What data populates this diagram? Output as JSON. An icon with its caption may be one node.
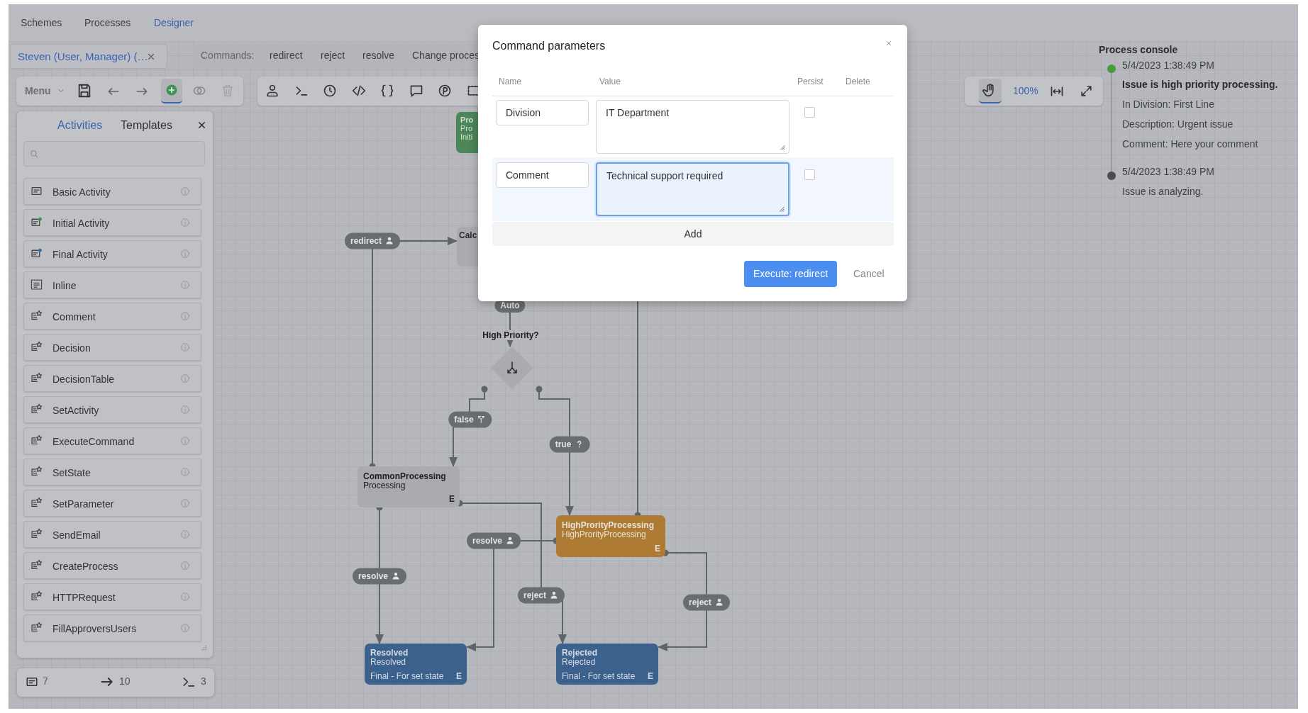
{
  "diagram": {
    "nodes": [
      {
        "text": [
          "Pro",
          "Pro",
          "Initi"
        ]
      },
      {
        "text": [
          "Calc"
        ]
      },
      {
        "text": [
          "High Priority?"
        ]
      },
      {
        "text": [
          "CommonProcessing",
          "Processing",
          "E"
        ]
      },
      {
        "text": [
          "HighProrityProcessing",
          "HighProrityProcessing",
          "E"
        ]
      },
      {
        "text": [
          "Resolved",
          "Resolved",
          "Final - For set state",
          "E"
        ]
      },
      {
        "text": [
          "Rejected",
          "Rejected",
          "Final - For set state",
          "E"
        ]
      }
    ],
    "edges": [
      {
        "from": 3,
        "to": 1,
        "arrow": "to",
        "label": "redirect"
      },
      {
        "from": 1,
        "to": 2,
        "arrow": "to",
        "label": "Auto"
      },
      {
        "from": 2,
        "to": 3,
        "arrow": "to",
        "label": "false"
      },
      {
        "from": 2,
        "to": 4,
        "arrow": "to",
        "label": "true"
      },
      {
        "from": 4,
        "to": null,
        "arrow": "other"
      },
      {
        "from": 3,
        "to": 5,
        "arrow": "to",
        "label": "resolve"
      },
      {
        "from": 4,
        "to": 5,
        "arrow": "to",
        "label": "resolve"
      },
      {
        "from": 3,
        "to": 6,
        "arrow": "to",
        "label": "reject"
      },
      {
        "from": 4,
        "to": 6,
        "arrow": "to",
        "label": "reject"
      }
    ],
    "labels": [
      "Schemes",
      "Processes",
      "Designer",
      "Steven (User, Manager) (…",
      "Commands:",
      "redirect",
      "reject",
      "resolve",
      "Change proces",
      "Menu",
      "Activities",
      "Templates",
      "Basic Activity",
      "Initial Activity",
      "Final Activity",
      "Inline",
      "Comment",
      "Decision",
      "DecisionTable",
      "SetActivity",
      "ExecuteCommand",
      "SetState",
      "SetParameter",
      "SendEmail",
      "CreateProcess",
      "HTTPRequest",
      "FillApproversUsers",
      "7",
      "10",
      "3",
      "100%",
      "Command parameters",
      "Name",
      "Value",
      "Persist",
      "Delete",
      "Division",
      "IT Department",
      "Comment",
      "Technical support required",
      "Add",
      "Execute: redirect",
      "Cancel",
      "Process console",
      "5/4/2023 1:38:49 PM",
      "Issue is high priority processing.",
      "In Division: First Line",
      "Description: Urgent issue",
      "Comment: Here your comment",
      "5/4/2023 1:38:49 PM",
      "Issue is analyzing."
    ]
  }
}
